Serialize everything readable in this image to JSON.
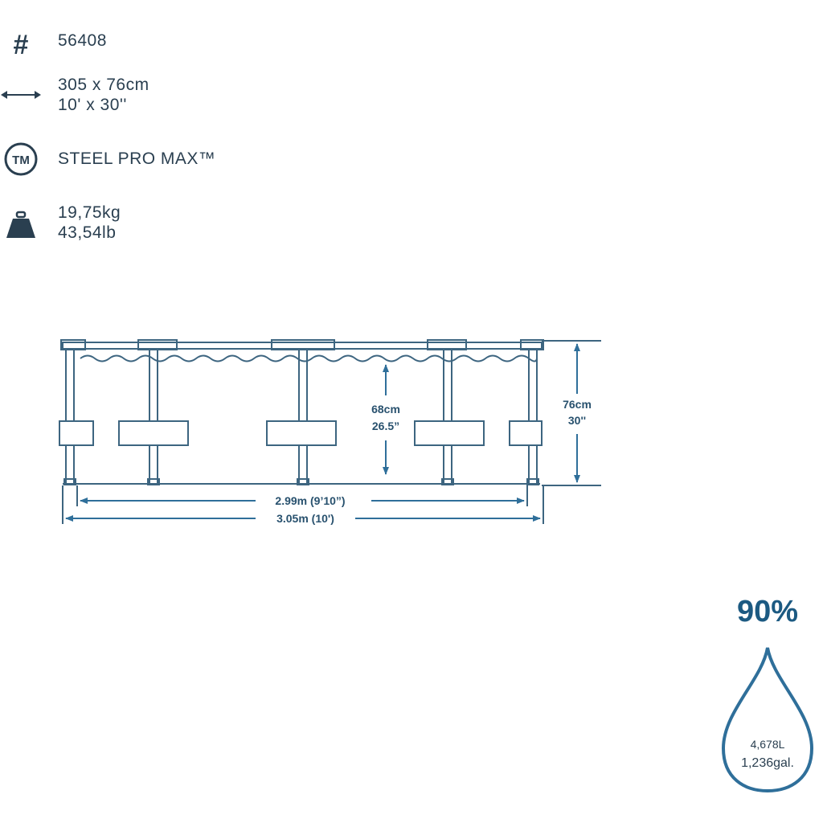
{
  "specs": {
    "model": {
      "icon": "hash-icon",
      "value": "56408"
    },
    "size": {
      "icon": "double-arrow-icon",
      "line1": "305 x 76cm",
      "line2": "10' x 30''"
    },
    "brand": {
      "icon": "trademark-icon",
      "icon_text": "TM",
      "value": "STEEL PRO MAX™"
    },
    "weight": {
      "icon": "weight-icon",
      "line1": "19,75kg",
      "line2": "43,54lb"
    }
  },
  "diagram": {
    "water_depth_metric": "68cm",
    "water_depth_imperial": "26.5”",
    "wall_height_metric": "76cm",
    "wall_height_imperial": "30''",
    "inner_width": "2.99m (9’10”)",
    "outer_width": "3.05m (10')"
  },
  "capacity": {
    "fill_percent": "90%",
    "liters": "4,678L",
    "gallons": "1,236gal."
  },
  "colors": {
    "line": "#3d6580",
    "arrow": "#2f6f9a",
    "text": "#2a3f50",
    "accent": "#1c5a82"
  }
}
